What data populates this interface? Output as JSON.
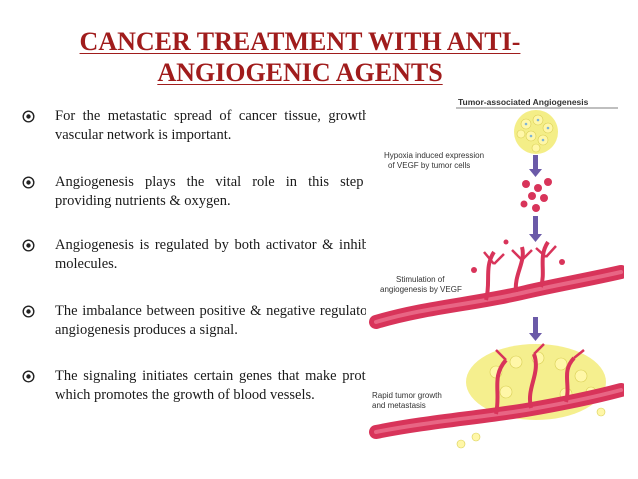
{
  "title": {
    "line1": "CANCER TREATMENT WITH ANTI-",
    "line2": "ANGIOGENIC AGENTS"
  },
  "bullets": [
    "For the metastatic spread of cancer tissue, growth of vascular network is important.",
    "Angiogenesis plays the vital role in this step by providing nutrients & oxygen.",
    " Angiogenesis is regulated by both activator & inhibitor molecules.",
    "The imbalance between positive & negative regulator of angiogenesis produces a signal.",
    "The signaling initiates certain genes that make proteins which promotes the growth of blood vessels."
  ],
  "bullet_icon": "circled-dot-bullet-icon",
  "figure": {
    "heading": "Tumor-associated Angiogenesis",
    "label1_line1": "Hypoxia induced expression",
    "label1_line2": "of VEGF by tumor cells",
    "label2_line1": "Stimulation of",
    "label2_line2": "angiogenesis by VEGF",
    "label3_line1": "Rapid tumor growth",
    "label3_line2": "and metastasis"
  },
  "colors": {
    "title": "#a01c1c",
    "vessel": "#d8345a",
    "arrow": "#6b5aa8",
    "tumor": "#f3ec7a"
  }
}
